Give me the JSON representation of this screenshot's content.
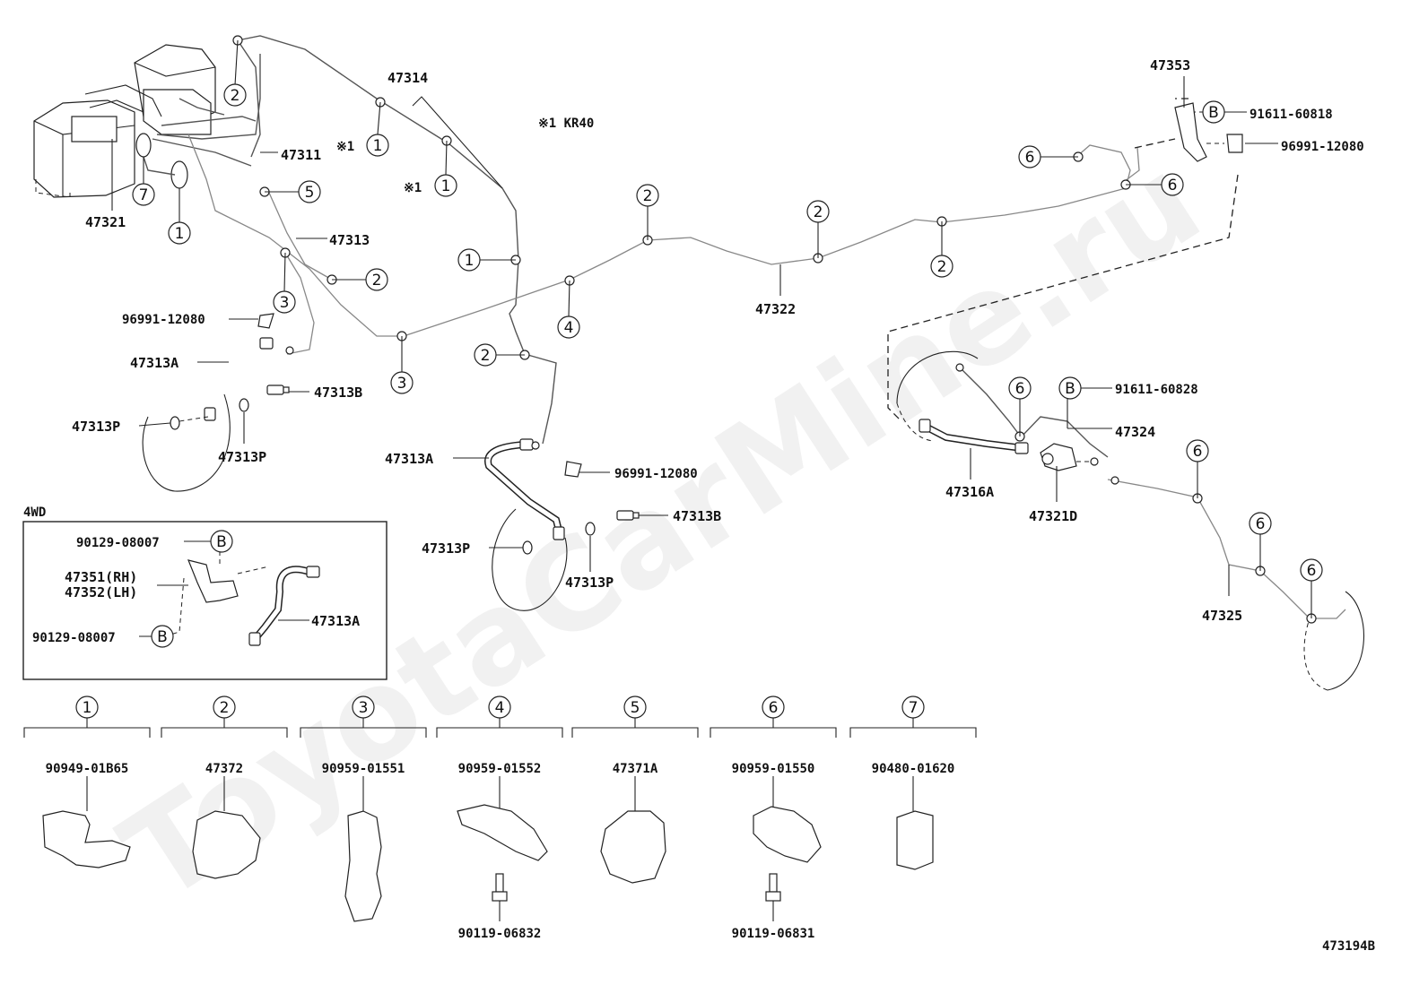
{
  "labels": {
    "p47314": "47314",
    "p47311": "47311",
    "p47321": "47321",
    "p47313": "47313",
    "p47313A_left": "47313A",
    "p47313A_mid": "47313A",
    "p47313A_4wd": "47313A",
    "p47313B_left": "47313B",
    "p47313B_mid": "47313B",
    "p47313P_l1": "47313P",
    "p47313P_l2": "47313P",
    "p47313P_m1": "47313P",
    "p47313P_m2": "47313P",
    "p96991_left": "96991-12080",
    "p96991_mid": "96991-12080",
    "p96991_right": "96991-12080",
    "p47322": "47322",
    "p47353": "47353",
    "p91611_60818": "91611-60818",
    "p91611_60828": "91611-60828",
    "p47324": "47324",
    "p47316A": "47316A",
    "p47321D": "47321D",
    "p47325": "47325",
    "note_kr40": "※1 KR40",
    "note_mark": "※1",
    "box_4wd": "4WD",
    "p90129_top": "90129-08007",
    "p90129_bot": "90129-08007",
    "p47351": "47351(RH)",
    "p47352": "47352(LH)",
    "diagram_id": "473194B",
    "watermark": "ToyotaCarMine.ru"
  },
  "markers": {
    "n1": "1",
    "n2": "2",
    "n3": "3",
    "n4": "4",
    "n5": "5",
    "n6": "6",
    "n7": "7",
    "b": "B"
  },
  "legend": [
    {
      "num": "1",
      "part": "90949-01B65",
      "bolt": ""
    },
    {
      "num": "2",
      "part": "47372",
      "bolt": ""
    },
    {
      "num": "3",
      "part": "90959-01551",
      "bolt": ""
    },
    {
      "num": "4",
      "part": "90959-01552",
      "bolt": "90119-06832"
    },
    {
      "num": "5",
      "part": "47371A",
      "bolt": ""
    },
    {
      "num": "6",
      "part": "90959-01550",
      "bolt": "90119-06831"
    },
    {
      "num": "7",
      "part": "90480-01620",
      "bolt": ""
    }
  ]
}
